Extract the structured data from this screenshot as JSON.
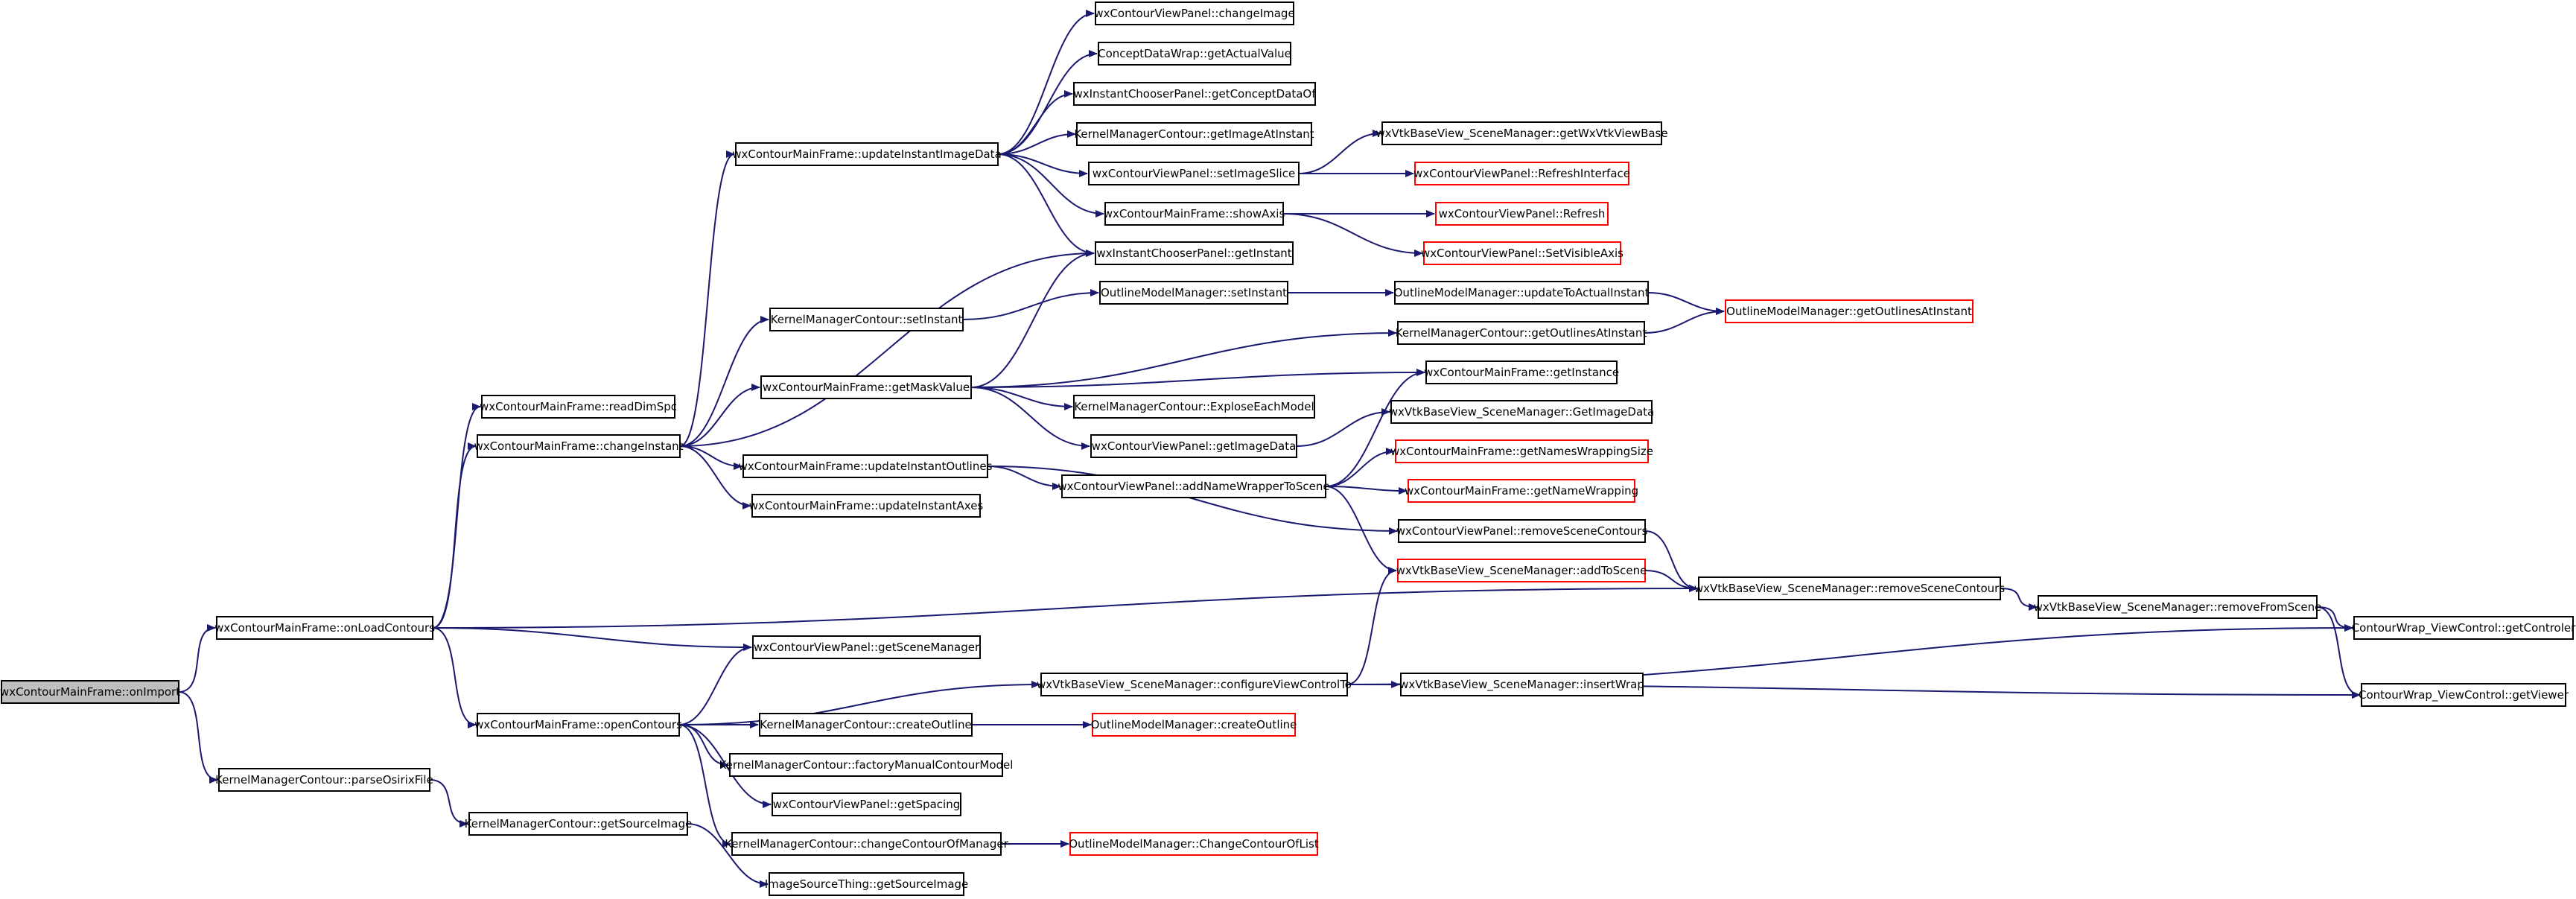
{
  "colors": {
    "edge": "#191970",
    "node_border_normal": "#000000",
    "node_border_truncated": "#ff0000",
    "root_fill": "#bfbfbf",
    "node_fill": "#ffffff"
  },
  "nodes": [
    {
      "id": "onImport",
      "label": "wxContourMainFrame::onImport",
      "kind": "root"
    },
    {
      "id": "onLoadContours",
      "label": "wxContourMainFrame::onLoadContours",
      "kind": "normal"
    },
    {
      "id": "parseOsirixFile",
      "label": "KernelManagerContour::parseOsirixFile",
      "kind": "normal"
    },
    {
      "id": "readDimSpc",
      "label": "wxContourMainFrame::readDimSpc",
      "kind": "normal"
    },
    {
      "id": "changeInstant",
      "label": "wxContourMainFrame::changeInstant",
      "kind": "normal"
    },
    {
      "id": "openContours",
      "label": "wxContourMainFrame::openContours",
      "kind": "normal"
    },
    {
      "id": "getSourceImageKMC",
      "label": "KernelManagerContour::getSourceImage",
      "kind": "normal"
    },
    {
      "id": "updateInstantImageData",
      "label": "wxContourMainFrame::updateInstantImageData",
      "kind": "normal"
    },
    {
      "id": "setInstantKMC",
      "label": "KernelManagerContour::setInstant",
      "kind": "normal"
    },
    {
      "id": "getMaskValue",
      "label": "wxContourMainFrame::getMaskValue",
      "kind": "normal"
    },
    {
      "id": "updateInstantOutlines",
      "label": "wxContourMainFrame::updateInstantOutlines",
      "kind": "normal"
    },
    {
      "id": "updateInstantAxes",
      "label": "wxContourMainFrame::updateInstantAxes",
      "kind": "normal"
    },
    {
      "id": "getSceneManager",
      "label": "wxContourViewPanel::getSceneManager",
      "kind": "normal"
    },
    {
      "id": "createOutlineKMC",
      "label": "KernelManagerContour::createOutline",
      "kind": "normal"
    },
    {
      "id": "factoryManualContourModel",
      "label": "KernelManagerContour::factoryManualContourModel",
      "kind": "normal"
    },
    {
      "id": "getSpacing",
      "label": "wxContourViewPanel::getSpacing",
      "kind": "normal"
    },
    {
      "id": "changeContourOfManagerKMC",
      "label": "KernelManagerContour::changeContourOfManager",
      "kind": "normal"
    },
    {
      "id": "getSourceImageIST",
      "label": "ImageSourceThing::getSourceImage",
      "kind": "normal"
    },
    {
      "id": "changeImage",
      "label": "wxContourViewPanel::changeImage",
      "kind": "normal"
    },
    {
      "id": "getActualValue",
      "label": "ConceptDataWrap::getActualValue",
      "kind": "normal"
    },
    {
      "id": "getConceptDataOf",
      "label": "wxInstantChooserPanel::getConceptDataOf",
      "kind": "normal"
    },
    {
      "id": "getImageAtInstant",
      "label": "KernelManagerContour::getImageAtInstant",
      "kind": "normal"
    },
    {
      "id": "setImageSlice",
      "label": "wxContourViewPanel::setImageSlice",
      "kind": "normal"
    },
    {
      "id": "showAxis",
      "label": "wxContourMainFrame::showAxis",
      "kind": "normal"
    },
    {
      "id": "getInstantICP",
      "label": "wxInstantChooserPanel::getInstant",
      "kind": "normal"
    },
    {
      "id": "setInstantOMM",
      "label": "OutlineModelManager::setInstant",
      "kind": "normal"
    },
    {
      "id": "ExploseEachModel",
      "label": "KernelManagerContour::ExploseEachModel",
      "kind": "normal"
    },
    {
      "id": "getImageDataCVP",
      "label": "wxContourViewPanel::getImageData",
      "kind": "normal"
    },
    {
      "id": "addNameWrapperToScene",
      "label": "wxContourViewPanel::addNameWrapperToScene",
      "kind": "normal"
    },
    {
      "id": "configureViewControlTo",
      "label": "wxVtkBaseView_SceneManager::configureViewControlTo",
      "kind": "normal"
    },
    {
      "id": "createOutlineOMM",
      "label": "OutlineModelManager::createOutline",
      "kind": "truncated"
    },
    {
      "id": "ChangeContourOfList",
      "label": "OutlineModelManager::ChangeContourOfList",
      "kind": "truncated"
    },
    {
      "id": "getWxVtkViewBase",
      "label": "wxVtkBaseView_SceneManager::getWxVtkViewBase",
      "kind": "normal"
    },
    {
      "id": "RefreshInterface",
      "label": "wxContourViewPanel::RefreshInterface",
      "kind": "truncated"
    },
    {
      "id": "Refresh",
      "label": "wxContourViewPanel::Refresh",
      "kind": "truncated"
    },
    {
      "id": "SetVisibleAxis",
      "label": "wxContourViewPanel::SetVisibleAxis",
      "kind": "truncated"
    },
    {
      "id": "updateToActualInstant",
      "label": "OutlineModelManager::updateToActualInstant",
      "kind": "normal"
    },
    {
      "id": "getOutlinesAtInstantKMC",
      "label": "KernelManagerContour::getOutlinesAtInstant",
      "kind": "normal"
    },
    {
      "id": "getInstance",
      "label": "wxContourMainFrame::getInstance",
      "kind": "normal"
    },
    {
      "id": "GetImageDataSM",
      "label": "wxVtkBaseView_SceneManager::GetImageData",
      "kind": "normal"
    },
    {
      "id": "getNamesWrappingSize",
      "label": "wxContourMainFrame::getNamesWrappingSize",
      "kind": "truncated"
    },
    {
      "id": "getNameWrapping",
      "label": "wxContourMainFrame::getNameWrapping",
      "kind": "truncated"
    },
    {
      "id": "removeSceneContoursCVP",
      "label": "wxContourViewPanel::removeSceneContours",
      "kind": "normal"
    },
    {
      "id": "addToScene",
      "label": "wxVtkBaseView_SceneManager::addToScene",
      "kind": "truncated"
    },
    {
      "id": "insertWrap",
      "label": "wxVtkBaseView_SceneManager::insertWrap",
      "kind": "normal"
    },
    {
      "id": "getOutlinesAtInstantOMM",
      "label": "OutlineModelManager::getOutlinesAtInstant",
      "kind": "truncated"
    },
    {
      "id": "removeSceneContoursSM",
      "label": "wxVtkBaseView_SceneManager::removeSceneContours",
      "kind": "normal"
    },
    {
      "id": "removeFromScene",
      "label": "wxVtkBaseView_SceneManager::removeFromScene",
      "kind": "normal"
    },
    {
      "id": "getControler",
      "label": "ContourWrap_ViewControl::getControler",
      "kind": "normal"
    },
    {
      "id": "getViewer",
      "label": "ContourWrap_ViewControl::getViewer",
      "kind": "normal"
    }
  ],
  "edges": [
    [
      "onImport",
      "onLoadContours"
    ],
    [
      "onImport",
      "parseOsirixFile"
    ],
    [
      "onLoadContours",
      "readDimSpc"
    ],
    [
      "onLoadContours",
      "changeInstant"
    ],
    [
      "onLoadContours",
      "openContours"
    ],
    [
      "onLoadContours",
      "getSceneManager"
    ],
    [
      "onLoadContours",
      "removeSceneContoursSM"
    ],
    [
      "parseOsirixFile",
      "getSourceImageKMC"
    ],
    [
      "getSourceImageKMC",
      "getSourceImageIST"
    ],
    [
      "changeInstant",
      "updateInstantImageData"
    ],
    [
      "changeInstant",
      "setInstantKMC"
    ],
    [
      "changeInstant",
      "getMaskValue"
    ],
    [
      "changeInstant",
      "updateInstantOutlines"
    ],
    [
      "changeInstant",
      "updateInstantAxes"
    ],
    [
      "changeInstant",
      "getInstantICP"
    ],
    [
      "updateInstantImageData",
      "changeImage"
    ],
    [
      "updateInstantImageData",
      "getActualValue"
    ],
    [
      "updateInstantImageData",
      "getConceptDataOf"
    ],
    [
      "updateInstantImageData",
      "getImageAtInstant"
    ],
    [
      "updateInstantImageData",
      "setImageSlice"
    ],
    [
      "updateInstantImageData",
      "showAxis"
    ],
    [
      "updateInstantImageData",
      "getInstantICP"
    ],
    [
      "setImageSlice",
      "getWxVtkViewBase"
    ],
    [
      "setImageSlice",
      "RefreshInterface"
    ],
    [
      "showAxis",
      "Refresh"
    ],
    [
      "showAxis",
      "SetVisibleAxis"
    ],
    [
      "setInstantKMC",
      "setInstantOMM"
    ],
    [
      "setInstantOMM",
      "updateToActualInstant"
    ],
    [
      "updateToActualInstant",
      "getOutlinesAtInstantOMM"
    ],
    [
      "getMaskValue",
      "getInstantICP"
    ],
    [
      "getMaskValue",
      "getOutlinesAtInstantKMC"
    ],
    [
      "getMaskValue",
      "getInstance"
    ],
    [
      "getMaskValue",
      "ExploseEachModel"
    ],
    [
      "getMaskValue",
      "getImageDataCVP"
    ],
    [
      "getOutlinesAtInstantKMC",
      "getOutlinesAtInstantOMM"
    ],
    [
      "getImageDataCVP",
      "GetImageDataSM"
    ],
    [
      "updateInstantOutlines",
      "addNameWrapperToScene"
    ],
    [
      "updateInstantOutlines",
      "removeSceneContoursCVP"
    ],
    [
      "addNameWrapperToScene",
      "getInstance"
    ],
    [
      "addNameWrapperToScene",
      "getNamesWrappingSize"
    ],
    [
      "addNameWrapperToScene",
      "getNameWrapping"
    ],
    [
      "addNameWrapperToScene",
      "addToScene"
    ],
    [
      "removeSceneContoursCVP",
      "removeSceneContoursSM"
    ],
    [
      "addToScene",
      "removeSceneContoursSM"
    ],
    [
      "removeSceneContoursSM",
      "removeFromScene"
    ],
    [
      "removeFromScene",
      "getControler"
    ],
    [
      "removeFromScene",
      "getViewer"
    ],
    [
      "openContours",
      "getSceneManager"
    ],
    [
      "openContours",
      "configureViewControlTo"
    ],
    [
      "openContours",
      "createOutlineKMC"
    ],
    [
      "openContours",
      "factoryManualContourModel"
    ],
    [
      "openContours",
      "getSpacing"
    ],
    [
      "openContours",
      "changeContourOfManagerKMC"
    ],
    [
      "configureViewControlTo",
      "addToScene"
    ],
    [
      "configureViewControlTo",
      "getControler"
    ],
    [
      "configureViewControlTo",
      "insertWrap"
    ],
    [
      "configureViewControlTo",
      "getViewer"
    ],
    [
      "createOutlineKMC",
      "createOutlineOMM"
    ],
    [
      "changeContourOfManagerKMC",
      "ChangeContourOfList"
    ]
  ]
}
